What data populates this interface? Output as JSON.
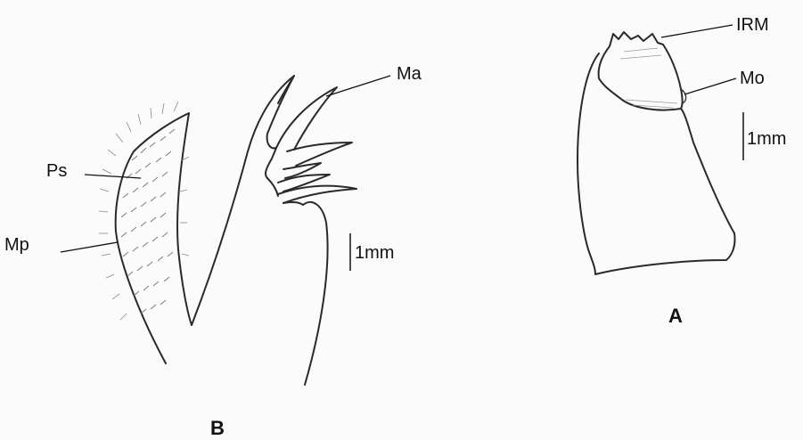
{
  "figure": {
    "panel_b": {
      "panel_label": "B",
      "labels": {
        "ps": "Ps",
        "mp": "Mp",
        "ma": "Ma"
      },
      "scale_text": "1mm"
    },
    "panel_a": {
      "panel_label": "A",
      "labels": {
        "irm": "IRM",
        "mo": "Mo"
      },
      "scale_text": "1mm"
    },
    "colors": {
      "ink": "#2a2a2a",
      "background": "#fbfbfb"
    }
  }
}
